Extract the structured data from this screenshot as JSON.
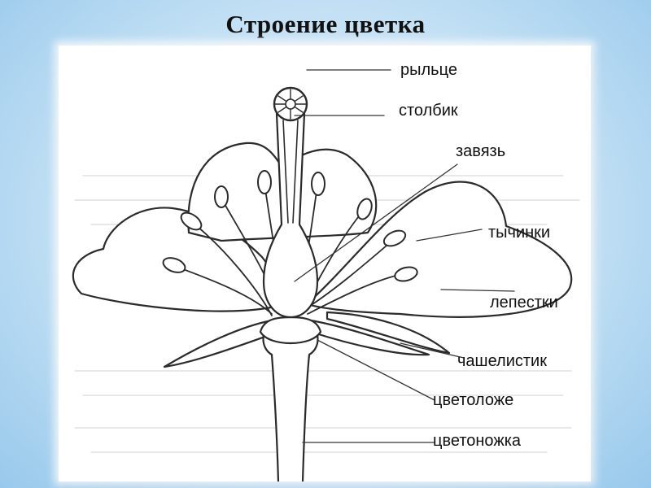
{
  "title": "Строение цветка",
  "labels": {
    "stigma": "рыльце",
    "style": "столбик",
    "ovary": "завязь",
    "stamens": "тычинки",
    "petals": "лепестки",
    "sepal": "чашелистик",
    "receptacle": "цветоложе",
    "peduncle": "цветоножка"
  },
  "colors": {
    "background": "#c3e0f4",
    "line": "#2b2b2b",
    "figure": "#ffffff"
  }
}
